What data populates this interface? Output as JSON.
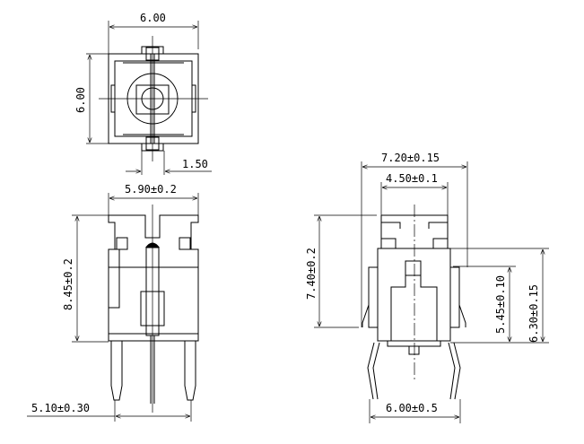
{
  "top_view": {
    "width_label": "6.00",
    "height_label": "6.00",
    "pin_label": "1.50"
  },
  "front_view": {
    "width_label": "5.90±0.2",
    "height_label": "8.45±0.2",
    "pin_pitch_label": "5.10±0.30"
  },
  "side_view": {
    "outer_width_label": "7.20±0.15",
    "cap_width_label": "4.50±0.1",
    "total_height_label": "7.40±0.2",
    "body_height_label": "5.45±0.10",
    "housing_height_label": "6.30±0.15",
    "pin_pitch_label": "6.00±0.5"
  }
}
